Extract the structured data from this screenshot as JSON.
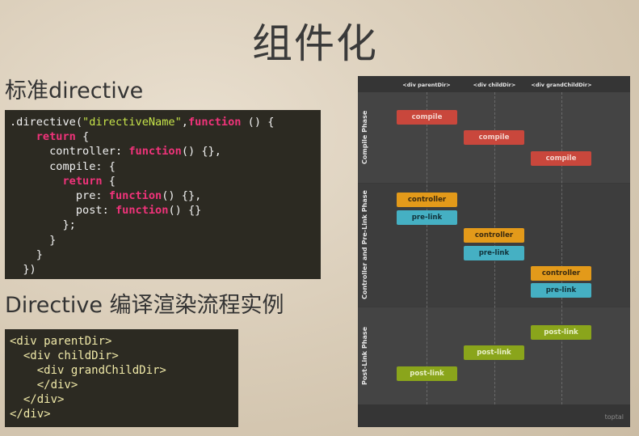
{
  "title": "组件化",
  "section1_heading": "标准directive",
  "section2_heading": "Directive 编译渲染流程实例",
  "code1": {
    "l1a": ".directive(",
    "l1b": "\"directiveName\"",
    "l1c": ",",
    "l1d": "function",
    "l1e": " () {",
    "l2kw": "return",
    "l2": " {",
    "l3a": "controller: ",
    "l3kw": "function",
    "l3b": "() {},",
    "l4": "compile: {",
    "l5kw": "return",
    "l5": " {",
    "l6a": "pre: ",
    "l6kw": "function",
    "l6b": "() {},",
    "l7a": "post: ",
    "l7kw": "function",
    "l7b": "() {}",
    "l8": "};",
    "l9": "}",
    "l10": "}",
    "l11": "})"
  },
  "code2": [
    "<div parentDir>",
    "  <div childDir>",
    "    <div grandChildDir>",
    "    </div>",
    "  </div>",
    "</div>"
  ],
  "diagram": {
    "columns": [
      "<div parentDir>",
      "<div childDir>",
      "<div grandChildDir>"
    ],
    "phases": [
      "Compile Phase",
      "Controller and Pre-Link Phase",
      "Post-Link Phase"
    ],
    "labels": {
      "compile": "compile",
      "controller": "controller",
      "prelink": "pre-link",
      "postlink": "post-link"
    },
    "brand": "toptal",
    "colors": {
      "compile": "#c9473c",
      "controller": "#e39a1a",
      "prelink": "#45b0c3",
      "postlink": "#8aa51b"
    }
  }
}
